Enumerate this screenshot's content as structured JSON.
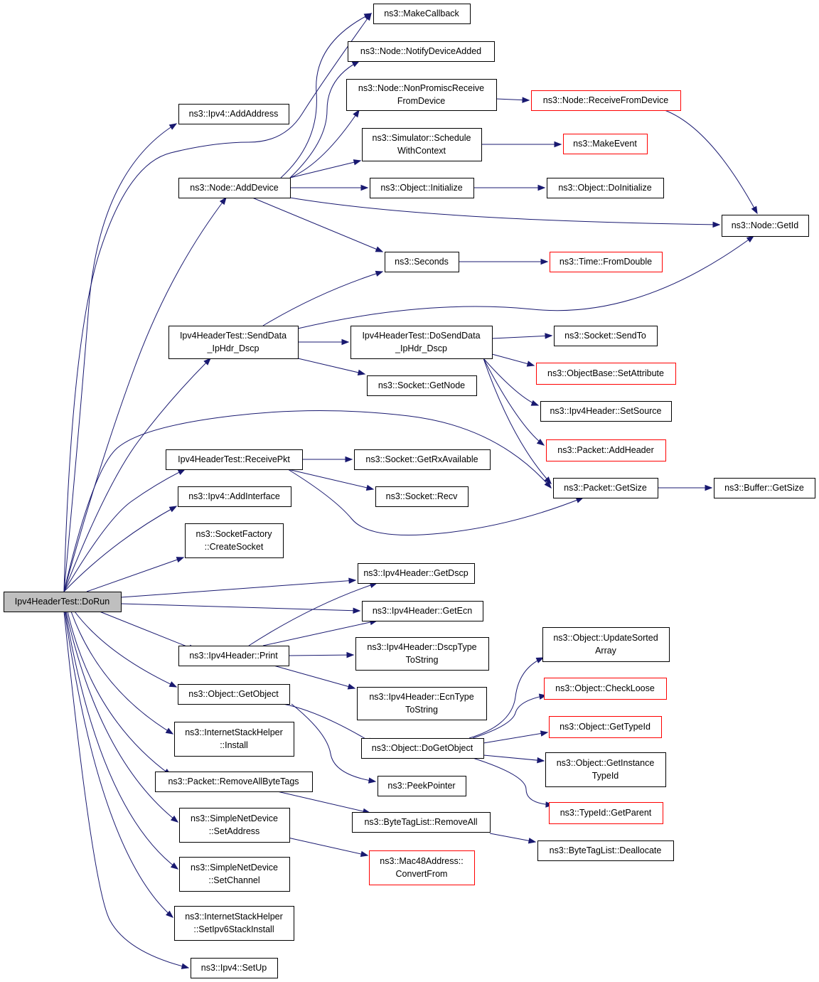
{
  "diagram": {
    "type": "call-graph",
    "colors": {
      "edge": "#191970",
      "root_fill": "#bfbfbf",
      "truncated_border": "#ff0000",
      "node_border": "#000000"
    },
    "nodes": [
      {
        "id": "dorun",
        "lines": [
          "Ipv4HeaderTest::DoRun"
        ],
        "root": true
      },
      {
        "id": "makecallback",
        "lines": [
          "ns3::MakeCallback"
        ]
      },
      {
        "id": "notifydeviceadded",
        "lines": [
          "ns3::Node::NotifyDeviceAdded"
        ]
      },
      {
        "id": "nonpromiscreceive",
        "lines": [
          "ns3::Node::NonPromiscReceive",
          "FromDevice"
        ]
      },
      {
        "id": "receivefromdevice",
        "lines": [
          "ns3::Node::ReceiveFromDevice"
        ],
        "truncated": true
      },
      {
        "id": "ipv4addaddress",
        "lines": [
          "ns3::Ipv4::AddAddress"
        ]
      },
      {
        "id": "schedulewithcontext",
        "lines": [
          "ns3::Simulator::Schedule",
          "WithContext"
        ]
      },
      {
        "id": "makeevent",
        "lines": [
          "ns3::MakeEvent"
        ],
        "truncated": true
      },
      {
        "id": "nodeadddevice",
        "lines": [
          "ns3::Node::AddDevice"
        ]
      },
      {
        "id": "objectinitialize",
        "lines": [
          "ns3::Object::Initialize"
        ]
      },
      {
        "id": "objectdoinitialize",
        "lines": [
          "ns3::Object::DoInitialize"
        ]
      },
      {
        "id": "nodegetid",
        "lines": [
          "ns3::Node::GetId"
        ]
      },
      {
        "id": "seconds",
        "lines": [
          "ns3::Seconds"
        ]
      },
      {
        "id": "timefromdouble",
        "lines": [
          "ns3::Time::FromDouble"
        ],
        "truncated": true
      },
      {
        "id": "senddata",
        "lines": [
          "Ipv4HeaderTest::SendData",
          "_IpHdr_Dscp"
        ]
      },
      {
        "id": "dosenddata",
        "lines": [
          "Ipv4HeaderTest::DoSendData",
          "_IpHdr_Dscp"
        ]
      },
      {
        "id": "socketsendto",
        "lines": [
          "ns3::Socket::SendTo"
        ]
      },
      {
        "id": "setattribute",
        "lines": [
          "ns3::ObjectBase::SetAttribute"
        ],
        "truncated": true
      },
      {
        "id": "socketgetnode",
        "lines": [
          "ns3::Socket::GetNode"
        ]
      },
      {
        "id": "ipv4headersetsource",
        "lines": [
          "ns3::Ipv4Header::SetSource"
        ]
      },
      {
        "id": "packetaddheader",
        "lines": [
          "ns3::Packet::AddHeader"
        ],
        "truncated": true
      },
      {
        "id": "receivepkt",
        "lines": [
          "Ipv4HeaderTest::ReceivePkt"
        ]
      },
      {
        "id": "getrxavailable",
        "lines": [
          "ns3::Socket::GetRxAvailable"
        ]
      },
      {
        "id": "packetgetsize",
        "lines": [
          "ns3::Packet::GetSize"
        ]
      },
      {
        "id": "buffergetsize",
        "lines": [
          "ns3::Buffer::GetSize"
        ]
      },
      {
        "id": "socketrecv",
        "lines": [
          "ns3::Socket::Recv"
        ]
      },
      {
        "id": "ipv4addinterface",
        "lines": [
          "ns3::Ipv4::AddInterface"
        ]
      },
      {
        "id": "createsocket",
        "lines": [
          "ns3::SocketFactory",
          "::CreateSocket"
        ]
      },
      {
        "id": "getdscp",
        "lines": [
          "ns3::Ipv4Header::GetDscp"
        ]
      },
      {
        "id": "getecn",
        "lines": [
          "ns3::Ipv4Header::GetEcn"
        ]
      },
      {
        "id": "ipv4headerprint",
        "lines": [
          "ns3::Ipv4Header::Print"
        ]
      },
      {
        "id": "dscptypetostring",
        "lines": [
          "ns3::Ipv4Header::DscpType",
          "ToString"
        ]
      },
      {
        "id": "updatesortedarray",
        "lines": [
          "ns3::Object::UpdateSorted",
          "Array"
        ]
      },
      {
        "id": "checkloose",
        "lines": [
          "ns3::Object::CheckLoose"
        ],
        "truncated": true
      },
      {
        "id": "objectgetobject",
        "lines": [
          "ns3::Object::GetObject"
        ]
      },
      {
        "id": "ecntypetostring",
        "lines": [
          "ns3::Ipv4Header::EcnType",
          "ToString"
        ]
      },
      {
        "id": "gettypeid",
        "lines": [
          "ns3::Object::GetTypeId"
        ],
        "truncated": true
      },
      {
        "id": "internetstackinstall",
        "lines": [
          "ns3::InternetStackHelper",
          "::Install"
        ]
      },
      {
        "id": "dogetobject",
        "lines": [
          "ns3::Object::DoGetObject"
        ]
      },
      {
        "id": "getinstancetypeid",
        "lines": [
          "ns3::Object::GetInstance",
          "TypeId"
        ]
      },
      {
        "id": "removeallbytetags",
        "lines": [
          "ns3::Packet::RemoveAllByteTags"
        ]
      },
      {
        "id": "peekpointer",
        "lines": [
          "ns3::PeekPointer"
        ]
      },
      {
        "id": "typeidgetparent",
        "lines": [
          "ns3::TypeId::GetParent"
        ],
        "truncated": true
      },
      {
        "id": "simplesetaddress",
        "lines": [
          "ns3::SimpleNetDevice",
          "::SetAddress"
        ]
      },
      {
        "id": "bytetagremoveall",
        "lines": [
          "ns3::ByteTagList::RemoveAll"
        ]
      },
      {
        "id": "bytetagdeallocate",
        "lines": [
          "ns3::ByteTagList::Deallocate"
        ]
      },
      {
        "id": "mac48convertfrom",
        "lines": [
          "ns3::Mac48Address::",
          "ConvertFrom"
        ],
        "truncated": true
      },
      {
        "id": "simplesetchannel",
        "lines": [
          "ns3::SimpleNetDevice",
          "::SetChannel"
        ]
      },
      {
        "id": "setipv6stackinstall",
        "lines": [
          "ns3::InternetStackHelper",
          "::SetIpv6StackInstall"
        ]
      },
      {
        "id": "ipv4setup",
        "lines": [
          "ns3::Ipv4::SetUp"
        ]
      }
    ]
  }
}
